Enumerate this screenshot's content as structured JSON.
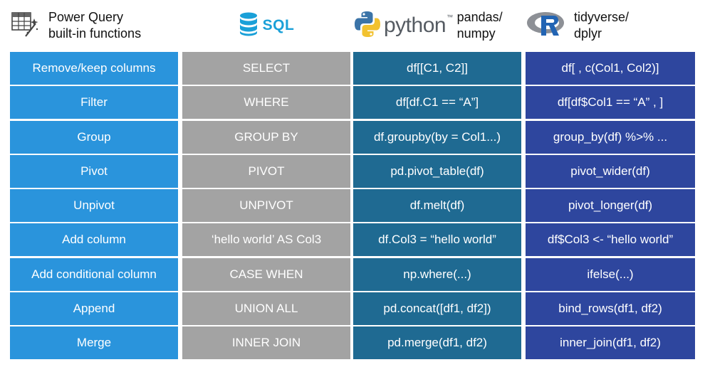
{
  "colors": {
    "powerquery": "#2a94dc",
    "sql": "#a3a3a3",
    "python": "#1f6a92",
    "r": "#2e469e",
    "sql_brand": "#1aa0d8"
  },
  "headers": {
    "powerquery": {
      "icon": "table-function-icon",
      "label": "Power Query\nbuilt-in functions"
    },
    "sql": {
      "icon": "database-icon",
      "label": "SQL"
    },
    "python": {
      "icon": "python-logo-icon",
      "label": "python",
      "mark": "™",
      "sub": "pandas/\nnumpy"
    },
    "r": {
      "icon": "r-logo-icon",
      "sub": "tidyverse/\ndplyr"
    }
  },
  "rows": [
    {
      "pq": "Remove/keep columns",
      "sql": "SELECT",
      "py": "df[[C1, C2]]",
      "r": "df[ , c(Col1, Col2)]"
    },
    {
      "pq": "Filter",
      "sql": "WHERE",
      "py": "df[df.C1 == “A”]",
      "r": "df[df$Col1 == “A” , ]"
    },
    {
      "pq": "Group",
      "sql": "GROUP BY",
      "py": "df.groupby(by = Col1...)",
      "r": "group_by(df) %>% ..."
    },
    {
      "pq": "Pivot",
      "sql": "PIVOT",
      "py": "pd.pivot_table(df)",
      "r": "pivot_wider(df)"
    },
    {
      "pq": "Unpivot",
      "sql": "UNPIVOT",
      "py": "df.melt(df)",
      "r": "pivot_longer(df)"
    },
    {
      "pq": "Add column",
      "sql": "‘hello world’ AS Col3",
      "py": "df.Col3 = “hello world”",
      "r": "df$Col3 <- “hello world”"
    },
    {
      "pq": "Add conditional column",
      "sql": "CASE WHEN",
      "py": "np.where(...)",
      "r": "ifelse(...)"
    },
    {
      "pq": "Append",
      "sql": "UNION ALL",
      "py": "pd.concat([df1, df2])",
      "r": "bind_rows(df1, df2)"
    },
    {
      "pq": "Merge",
      "sql": "INNER JOIN",
      "py": "pd.merge(df1, df2)",
      "r": "inner_join(df1, df2)"
    }
  ]
}
